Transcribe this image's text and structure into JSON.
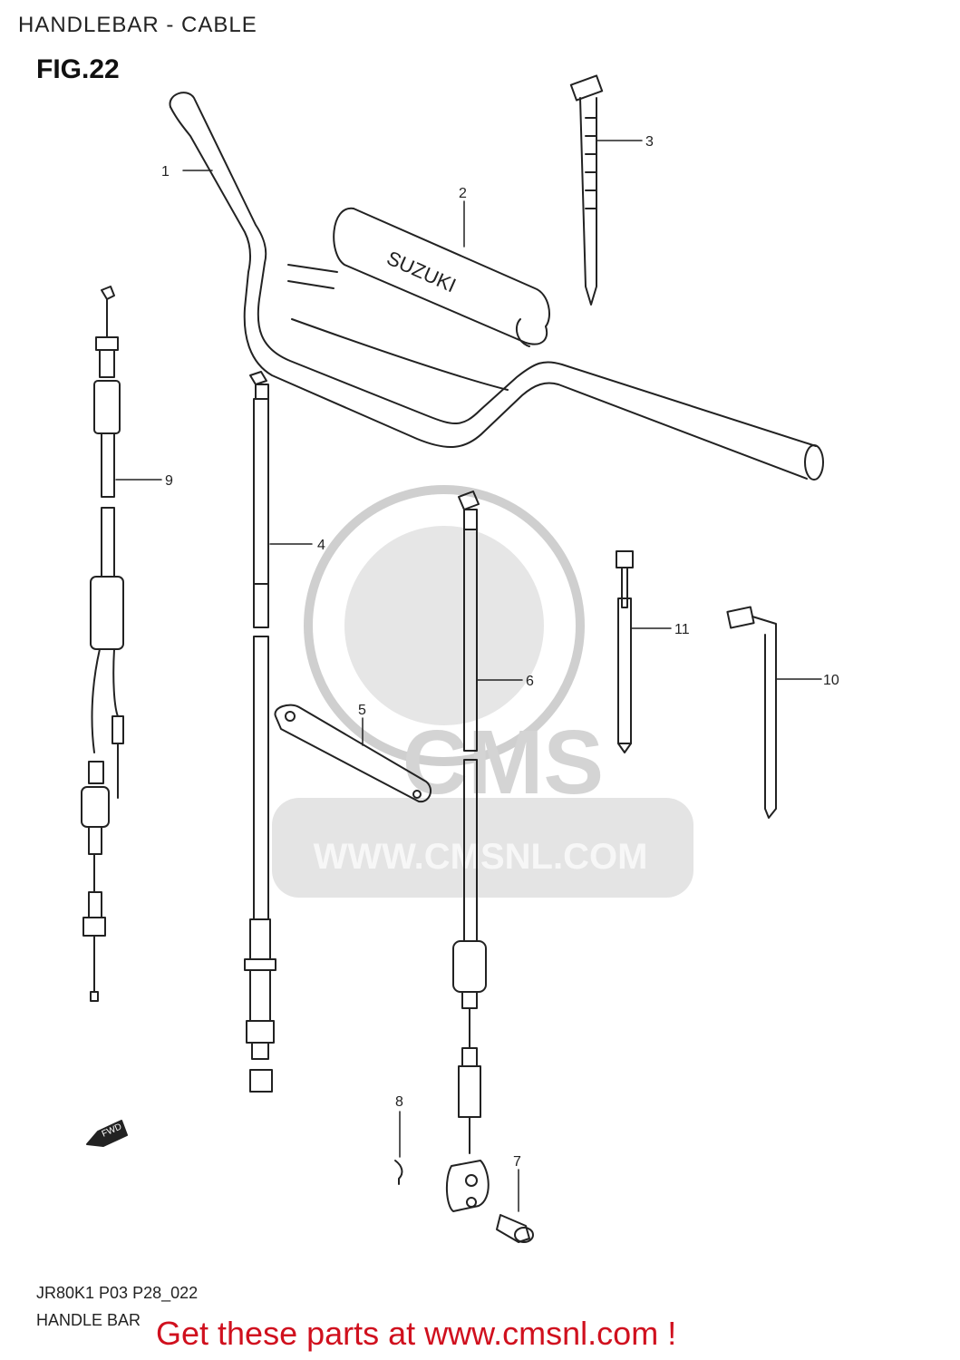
{
  "header": {
    "title": "HANDLEBAR - CABLE",
    "figure": "FIG.22"
  },
  "parts": [
    {
      "number": "1"
    },
    {
      "number": "2"
    },
    {
      "number": "3"
    },
    {
      "number": "4"
    },
    {
      "number": "5"
    },
    {
      "number": "6"
    },
    {
      "number": "7"
    },
    {
      "number": "8"
    },
    {
      "number": "9"
    },
    {
      "number": "10"
    },
    {
      "number": "11"
    }
  ],
  "labels": {
    "pad_brand": "SUZUKI",
    "arrow": "FWD",
    "watermark_logo": "CMS",
    "watermark_url": "WWW.CMSNL.COM"
  },
  "footer": {
    "code": "JR80K1 P03 P28_022",
    "name": "HANDLE BAR",
    "promo": "Get these parts at www.cmsnl.com !"
  },
  "colors": {
    "line": "#222222",
    "watermark": "#d8d8d8",
    "promo": "#d0101e"
  }
}
